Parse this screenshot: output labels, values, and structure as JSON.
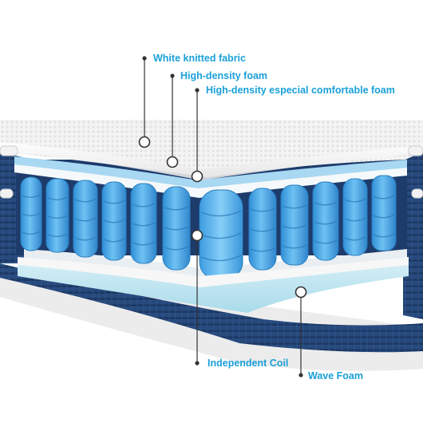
{
  "labels": {
    "white_knitted_fabric": "White knitted fabric",
    "high_density_foam": "High-density foam",
    "comfortable_foam": "High-density especial comfortable foam",
    "independent_coil": "Independent Coil",
    "wave_foam": "Wave Foam"
  },
  "colors": {
    "label_text": "#1aa0d8",
    "leader": "#333333",
    "navy_border": "#1f3e6e",
    "coil_blue": "#45a6e6",
    "foam_blue": "#8fcff0",
    "wave_foam": "#b8e3f0",
    "fabric": "#f3f3f3"
  },
  "icons": {
    "callout_marker": "circle-marker-icon"
  }
}
